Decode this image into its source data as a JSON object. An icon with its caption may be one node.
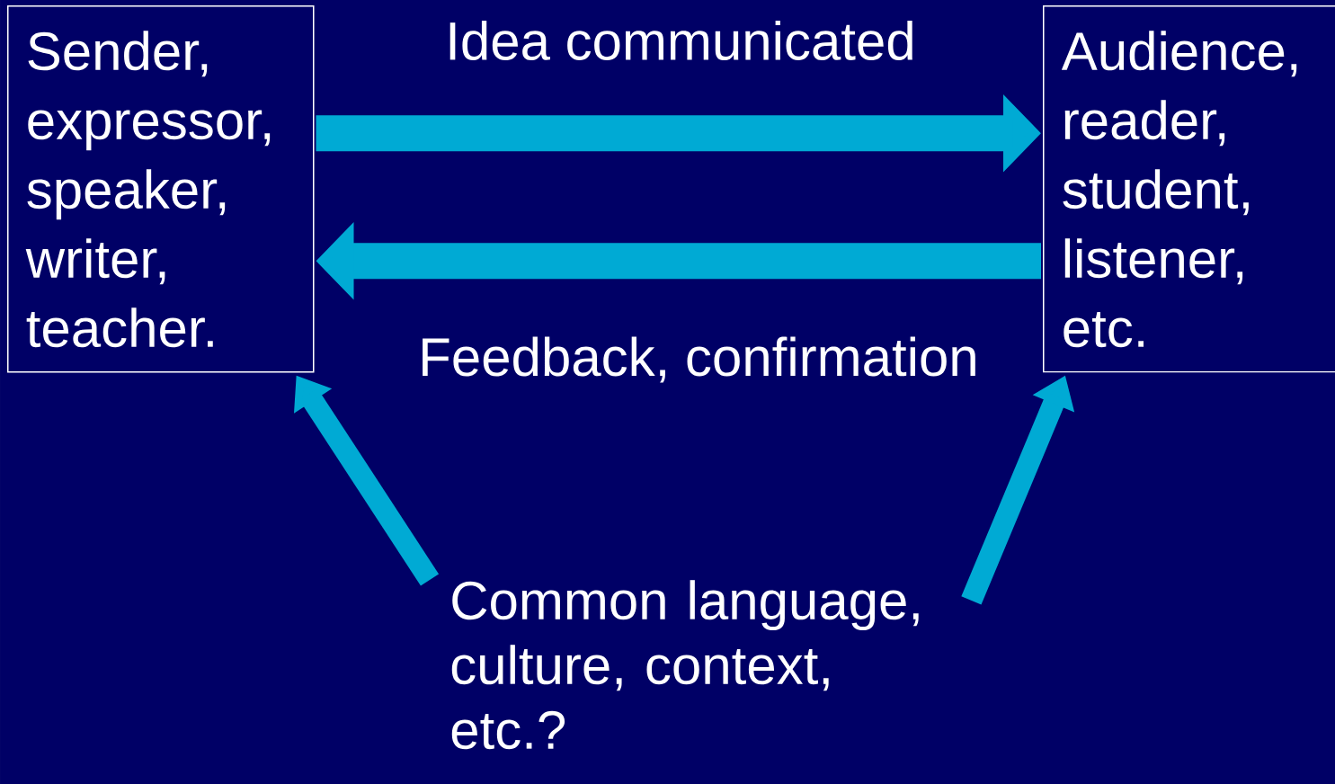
{
  "diagram": {
    "nodes": [
      {
        "text": [
          "Sender, expressor, speaker, writer, teacher."
        ]
      },
      {
        "text": [
          "Audience, reader, student, listener, etc."
        ]
      },
      {
        "text": [
          "Common language, culture, context, etc.?"
        ]
      }
    ],
    "edges": [
      {
        "from": 0,
        "to": 1,
        "arrow": "to",
        "label": "Idea communicated"
      },
      {
        "from": 1,
        "to": 0,
        "arrow": "to",
        "label": "Feedback, confirmation"
      },
      {
        "from": 2,
        "to": 0,
        "arrow": "to"
      },
      {
        "from": 2,
        "to": 1,
        "arrow": "to"
      }
    ]
  }
}
